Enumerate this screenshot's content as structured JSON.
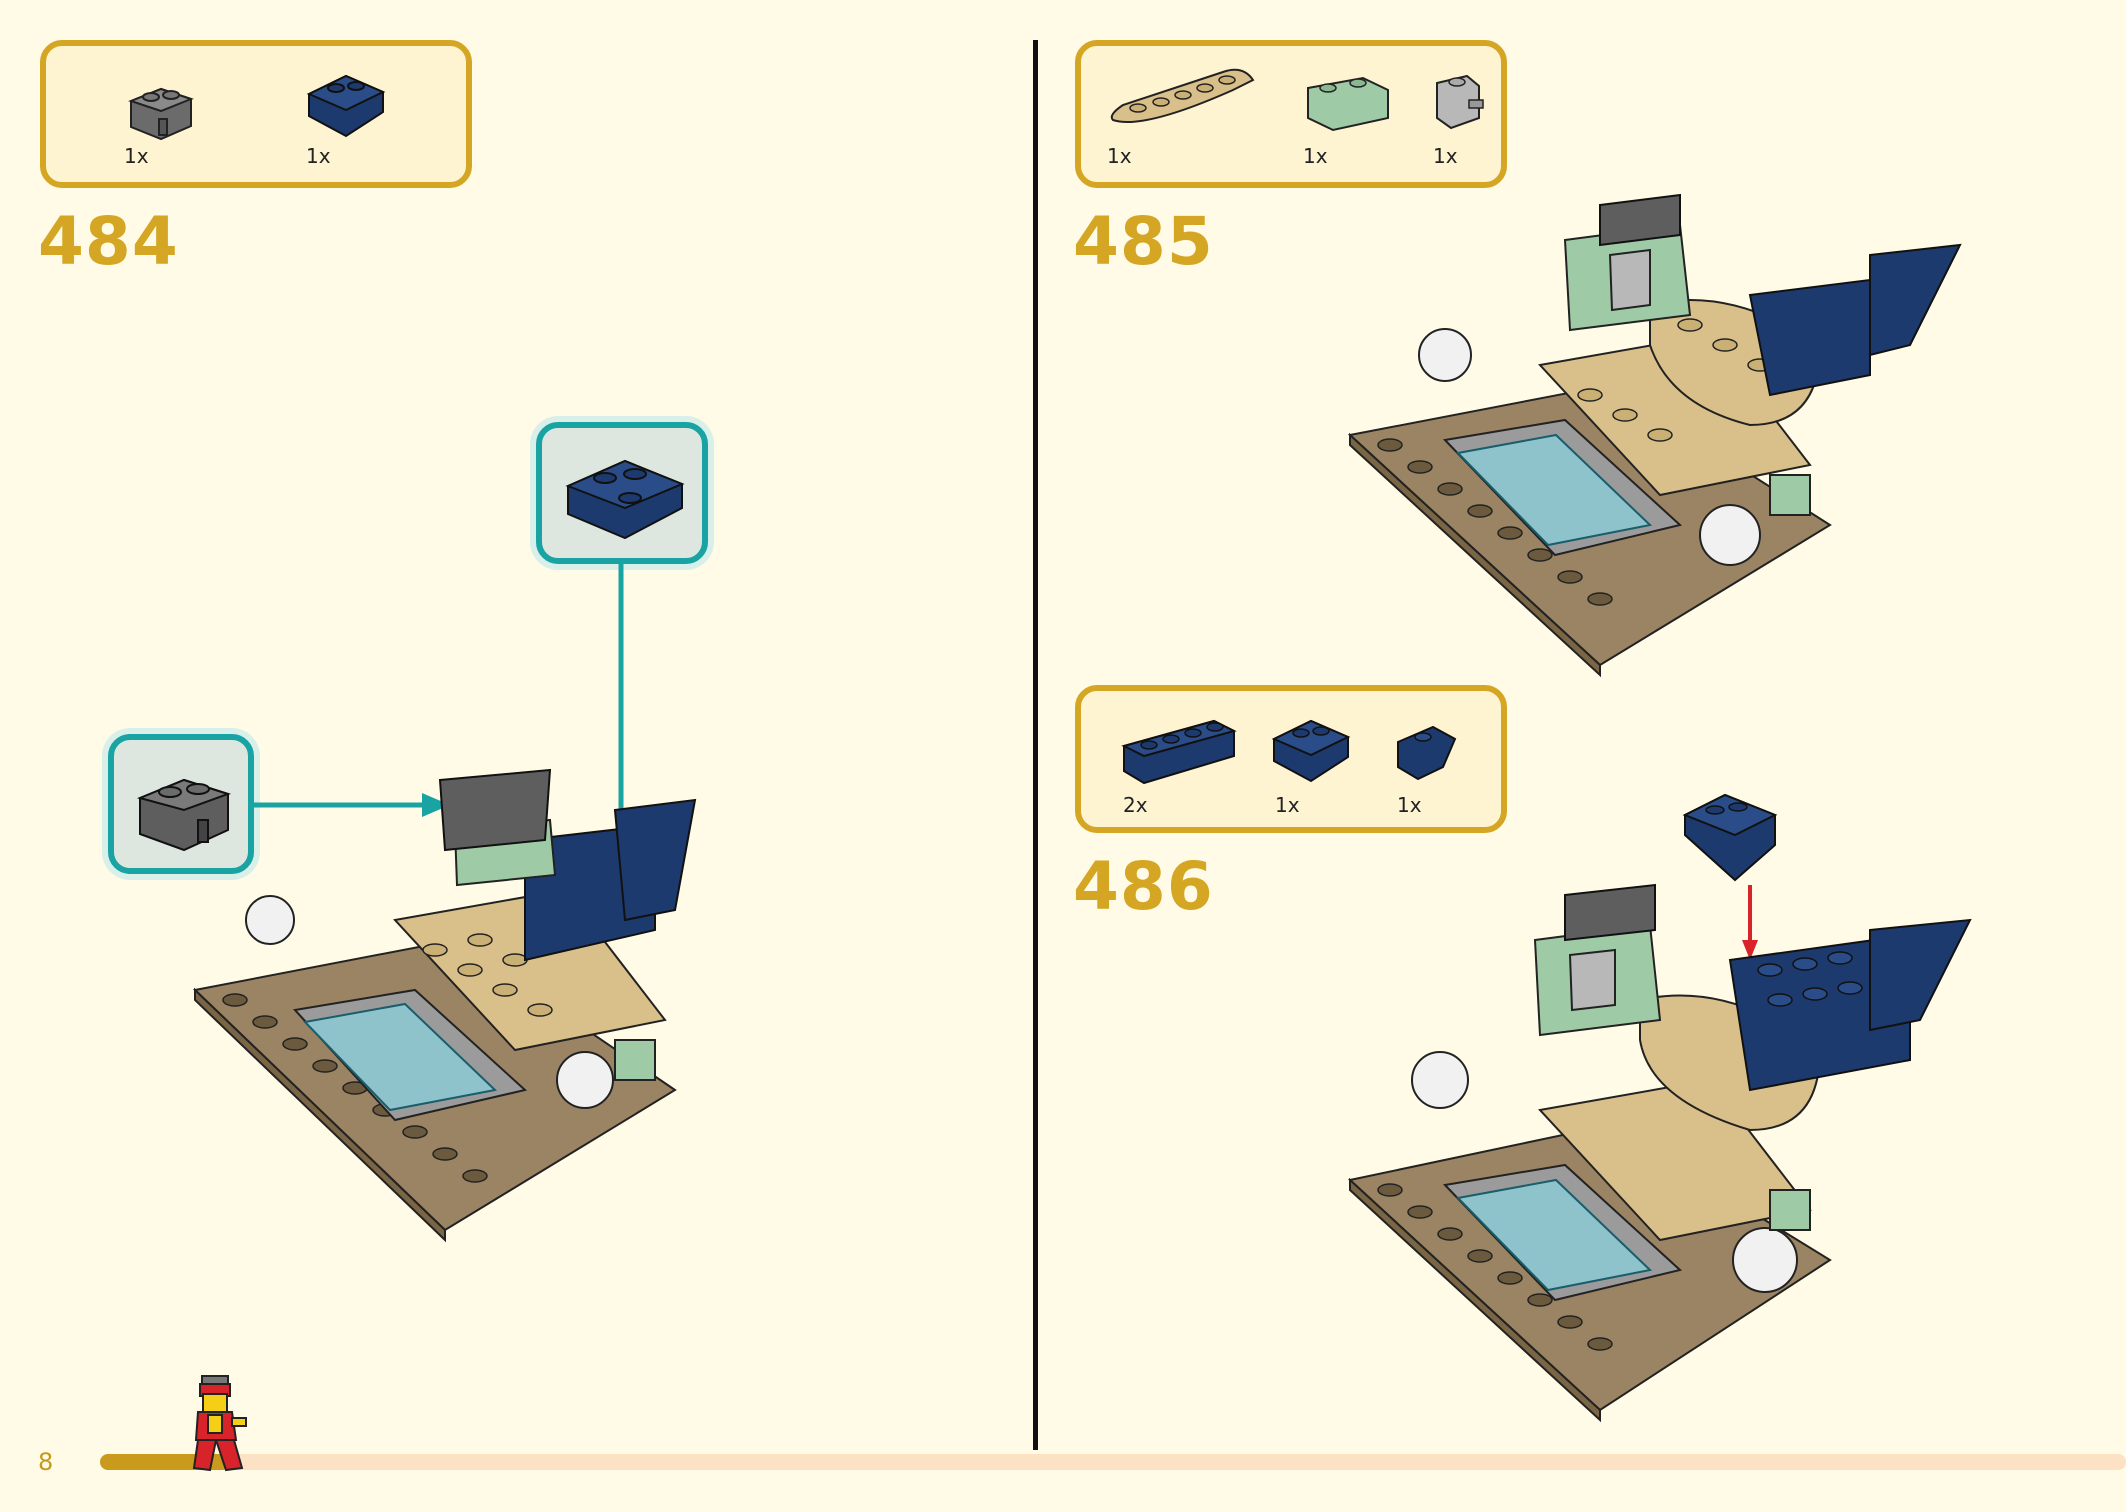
{
  "steps": [
    {
      "number": "484",
      "parts": [
        {
          "qty": "1x",
          "name": "dark-gray-brick-with-pin"
        },
        {
          "qty": "1x",
          "name": "dark-blue-inverted-slope"
        }
      ]
    },
    {
      "number": "485",
      "parts": [
        {
          "qty": "1x",
          "name": "tan-curved-plate"
        },
        {
          "qty": "1x",
          "name": "sand-green-corner-brick"
        },
        {
          "qty": "1x",
          "name": "light-gray-brick-with-clip"
        }
      ]
    },
    {
      "number": "486",
      "parts": [
        {
          "qty": "2x",
          "name": "dark-blue-brick-1x4"
        },
        {
          "qty": "1x",
          "name": "dark-blue-slope"
        },
        {
          "qty": "1x",
          "name": "dark-blue-small-slope"
        }
      ]
    }
  ],
  "page": {
    "number": "8"
  },
  "colors": {
    "background": "#fffbe6",
    "accent": "#d4a624",
    "callout": "#1aa3a3",
    "dark_blue": "#1d3a6e",
    "tan": "#d9c08a",
    "brown": "#8c7656",
    "sand_green": "#9fcaa6",
    "dark_gray": "#6b6b6b"
  }
}
